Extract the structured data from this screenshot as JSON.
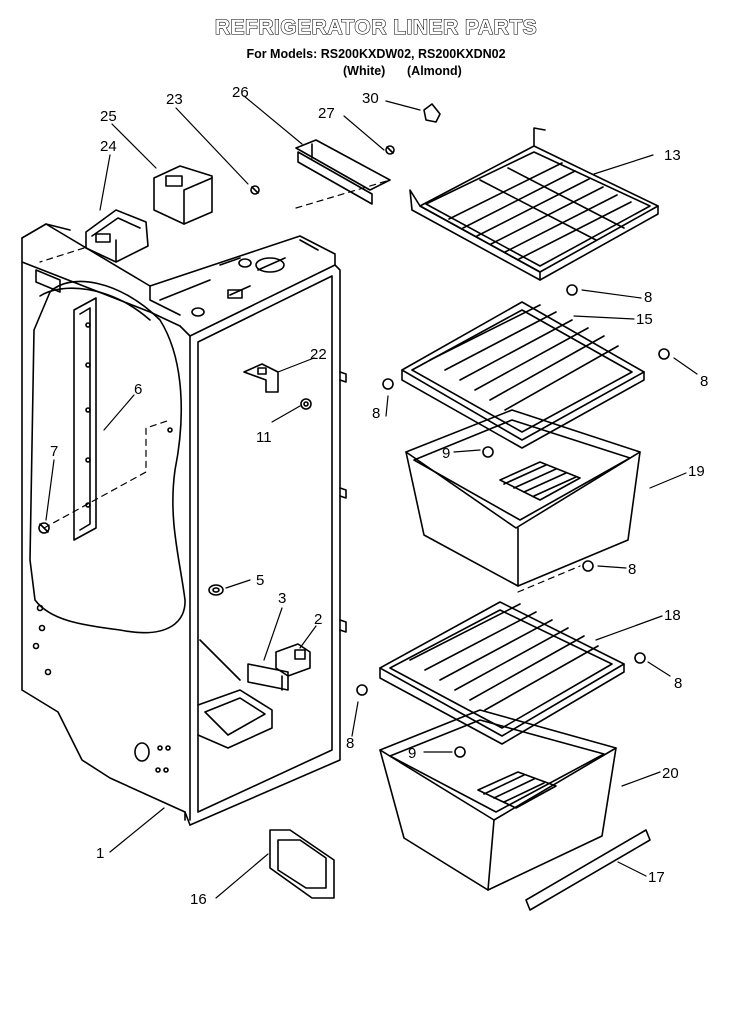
{
  "title": "REFRIGERATOR LINER PARTS",
  "models_line": "For Models: RS200KXDW02, RS200KXDN02",
  "color_white": "(White)",
  "color_almond": "(Almond)",
  "callouts": [
    "1",
    "2",
    "3",
    "5",
    "6",
    "7",
    "8",
    "8",
    "8",
    "8",
    "8",
    "8",
    "9",
    "9",
    "11",
    "13",
    "15",
    "16",
    "17",
    "18",
    "19",
    "20",
    "22",
    "23",
    "24",
    "25",
    "26",
    "27",
    "30"
  ]
}
